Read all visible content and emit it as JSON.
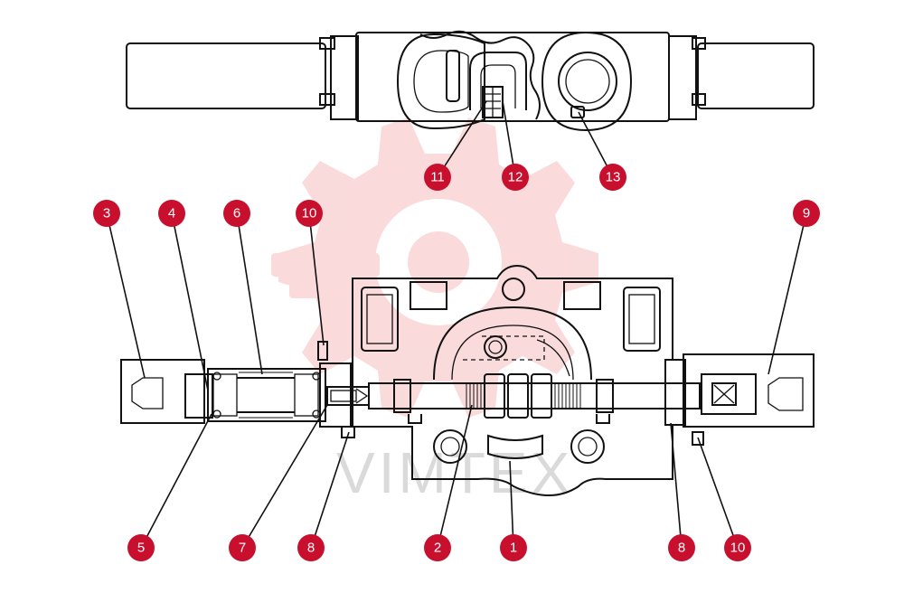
{
  "watermark": {
    "text": "VIMTEX",
    "color": "#e31e24"
  },
  "callout_color": "#c8102e",
  "callouts": [
    {
      "id": "c11",
      "label": "11"
    },
    {
      "id": "c12",
      "label": "12"
    },
    {
      "id": "c13",
      "label": "13"
    },
    {
      "id": "c3",
      "label": "3"
    },
    {
      "id": "c4",
      "label": "4"
    },
    {
      "id": "c6",
      "label": "6"
    },
    {
      "id": "c10a",
      "label": "10"
    },
    {
      "id": "c9",
      "label": "9"
    },
    {
      "id": "c5",
      "label": "5"
    },
    {
      "id": "c7",
      "label": "7"
    },
    {
      "id": "c8a",
      "label": "8"
    },
    {
      "id": "c2",
      "label": "2"
    },
    {
      "id": "c1",
      "label": "1"
    },
    {
      "id": "c8b",
      "label": "8"
    },
    {
      "id": "c10b",
      "label": "10"
    }
  ]
}
